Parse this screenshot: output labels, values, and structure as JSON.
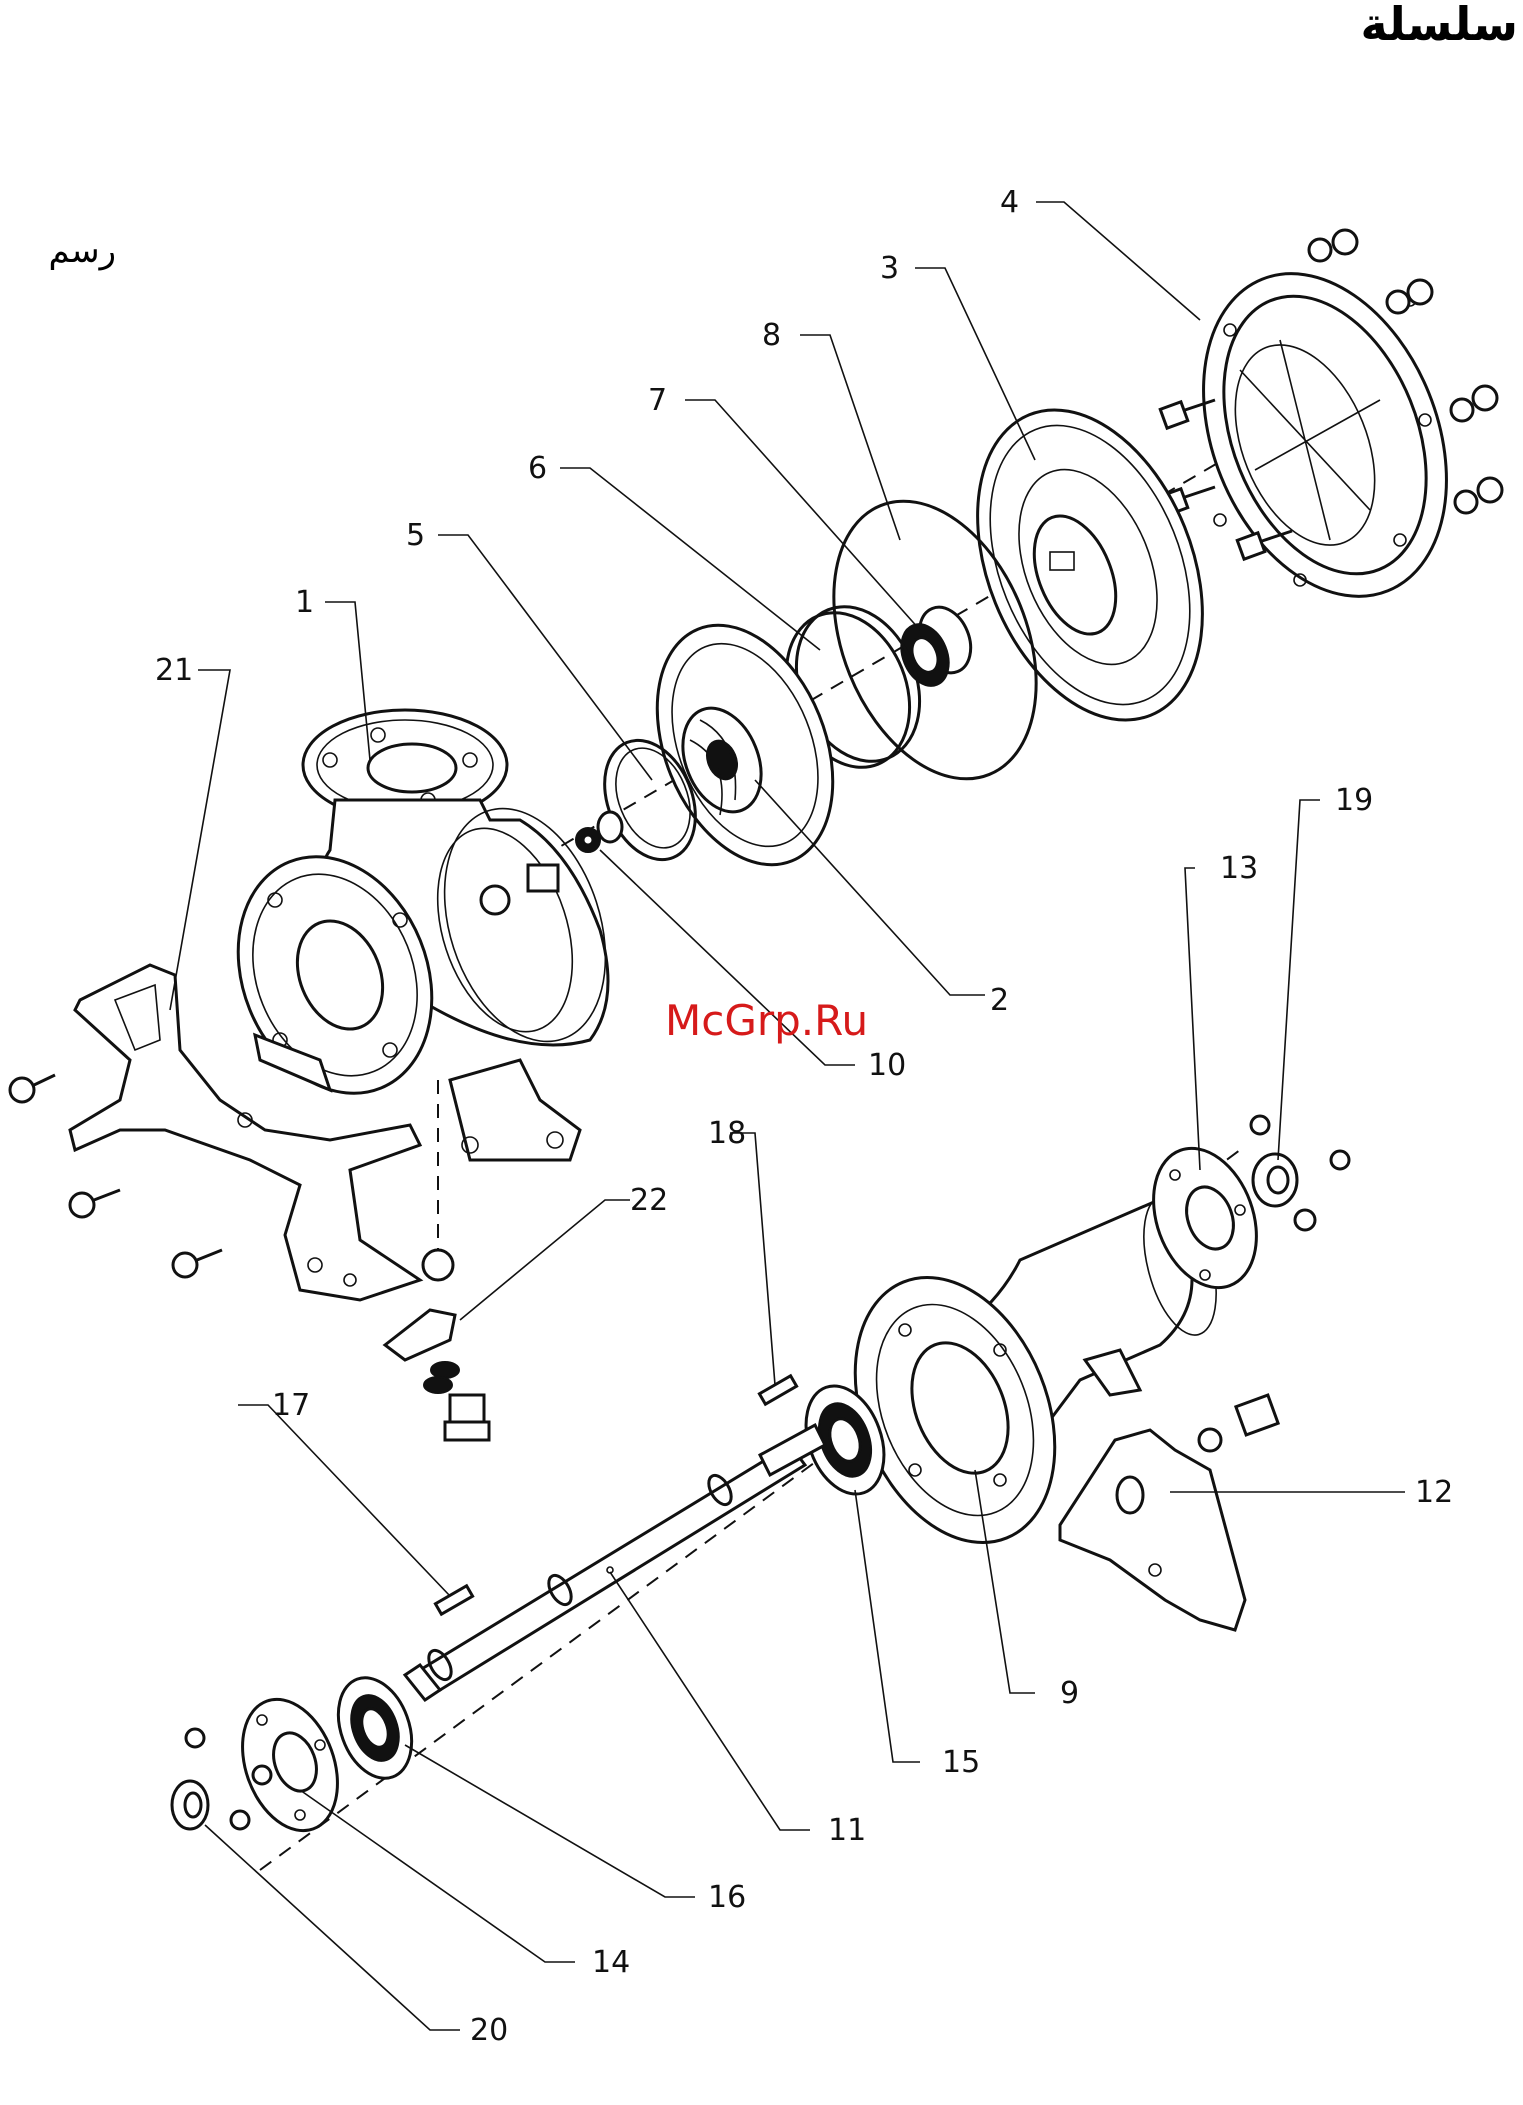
{
  "header": {
    "title_ar": "سلسلة",
    "subtitle_ar": "رسم"
  },
  "watermark": "McGrp.Ru",
  "parts": [
    {
      "number": "1"
    },
    {
      "number": "2"
    },
    {
      "number": "3"
    },
    {
      "number": "4"
    },
    {
      "number": "5"
    },
    {
      "number": "6"
    },
    {
      "number": "7"
    },
    {
      "number": "8"
    },
    {
      "number": "9"
    },
    {
      "number": "10"
    },
    {
      "number": "11"
    },
    {
      "number": "12"
    },
    {
      "number": "13"
    },
    {
      "number": "14"
    },
    {
      "number": "15"
    },
    {
      "number": "16"
    },
    {
      "number": "17"
    },
    {
      "number": "18"
    },
    {
      "number": "19"
    },
    {
      "number": "20"
    },
    {
      "number": "21"
    },
    {
      "number": "22"
    }
  ],
  "colors": {
    "line": "#111111",
    "background": "#ffffff",
    "watermark": "#d61a1a"
  }
}
